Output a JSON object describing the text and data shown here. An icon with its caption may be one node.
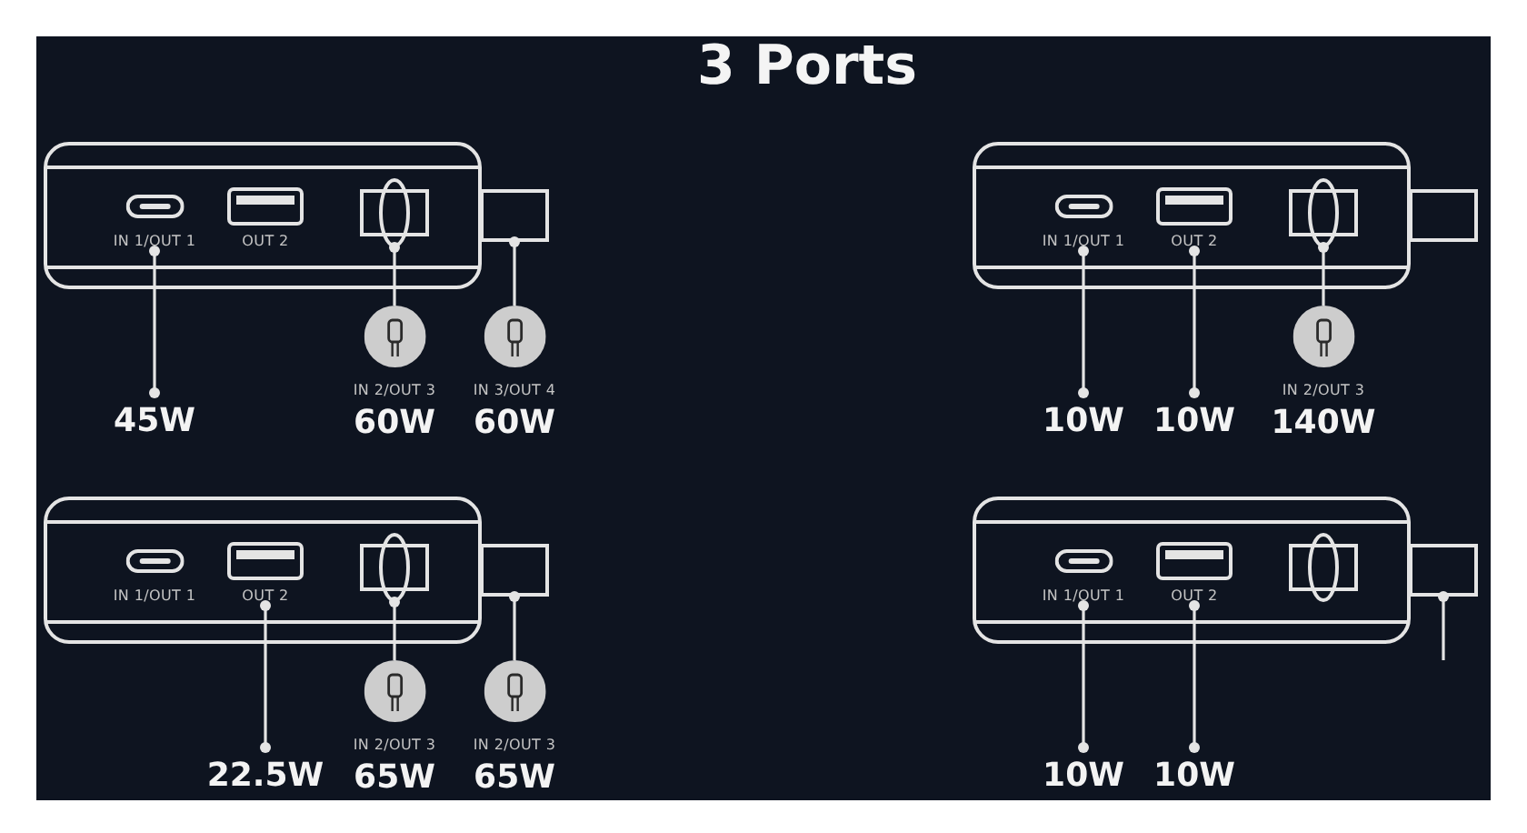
{
  "diagram": {
    "title": "3 Ports",
    "nodes": [
      {
        "text": [],
        "shape": "box"
      },
      {
        "text": [
          "IN 1/OUT 1"
        ],
        "in": 0
      },
      {
        "text": [
          "OUT 2"
        ],
        "in": 0
      },
      {
        "text": [],
        "shape": "box",
        "in": 0
      },
      {
        "text": [],
        "shape": "box"
      },
      {
        "text": [
          "45W"
        ]
      },
      {
        "text": [
          "IN 2/OUT 3",
          "60W"
        ]
      },
      {
        "text": [
          "IN 3/OUT 4",
          "60W"
        ]
      },
      {
        "text": [],
        "shape": "box"
      },
      {
        "text": [
          "IN 1/OUT 1"
        ],
        "in": 8
      },
      {
        "text": [
          "OUT 2"
        ],
        "in": 8
      },
      {
        "text": [],
        "shape": "box",
        "in": 8
      },
      {
        "text": [],
        "shape": "box"
      },
      {
        "text": [
          "10W"
        ]
      },
      {
        "text": [
          "10W"
        ]
      },
      {
        "text": [
          "IN 2/OUT 3",
          "140W"
        ]
      },
      {
        "text": [],
        "shape": "box"
      },
      {
        "text": [
          "IN 1/OUT 1"
        ],
        "in": 16
      },
      {
        "text": [
          "OUT 2"
        ],
        "in": 16
      },
      {
        "text": [],
        "shape": "box",
        "in": 16
      },
      {
        "text": [],
        "shape": "box"
      },
      {
        "text": [
          "22.5W"
        ]
      },
      {
        "text": [
          "IN 2/OUT 3",
          "65W"
        ]
      },
      {
        "text": [
          "IN 2/OUT 3",
          "65W"
        ]
      },
      {
        "text": [],
        "shape": "box"
      },
      {
        "text": [
          "IN 1/OUT 1"
        ],
        "in": 24
      },
      {
        "text": [
          "OUT 2"
        ],
        "in": 24
      },
      {
        "text": [],
        "shape": "box",
        "in": 24
      },
      {
        "text": [],
        "shape": "box"
      },
      {
        "text": [
          "10W"
        ]
      },
      {
        "text": [
          "10W"
        ]
      }
    ],
    "edges": [
      {
        "from": 5,
        "to": 1,
        "arrow": "other"
      },
      {
        "from": 6,
        "to": 3,
        "arrow": "other"
      },
      {
        "from": 7,
        "to": 4,
        "arrow": "other"
      },
      {
        "from": 13,
        "to": 9,
        "arrow": "other"
      },
      {
        "from": 14,
        "to": 10,
        "arrow": "other"
      },
      {
        "from": 15,
        "to": 11,
        "arrow": "other"
      },
      {
        "from": 21,
        "to": 18,
        "arrow": "other"
      },
      {
        "from": 22,
        "to": 19,
        "arrow": "other"
      },
      {
        "from": 23,
        "to": 20,
        "arrow": "other"
      },
      {
        "from": 29,
        "to": 25,
        "arrow": "other"
      },
      {
        "from": 30,
        "to": 26,
        "arrow": "other"
      },
      {
        "from": null,
        "to": 28,
        "arrow": "other"
      }
    ]
  }
}
